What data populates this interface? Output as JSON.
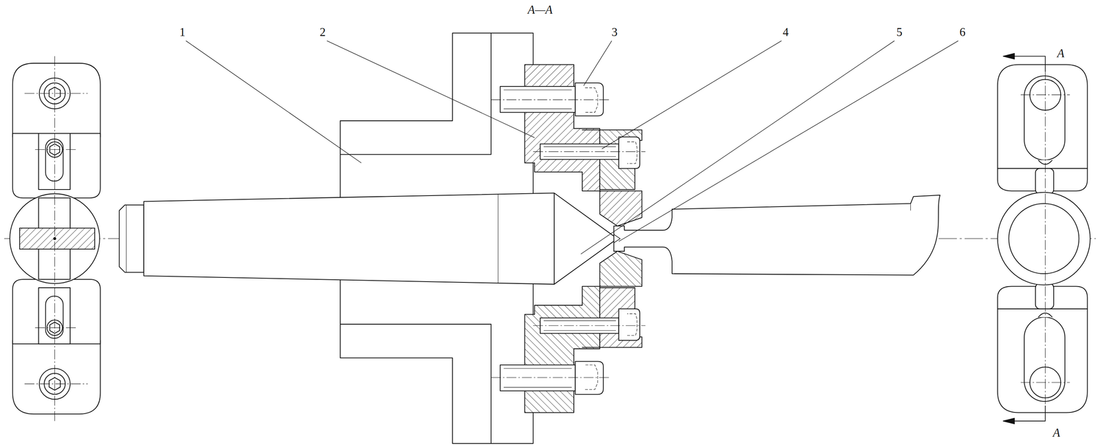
{
  "diagram": {
    "labels": [
      "A—A",
      "1",
      "2",
      "3",
      "4",
      "5",
      "6",
      "A",
      "A"
    ]
  }
}
